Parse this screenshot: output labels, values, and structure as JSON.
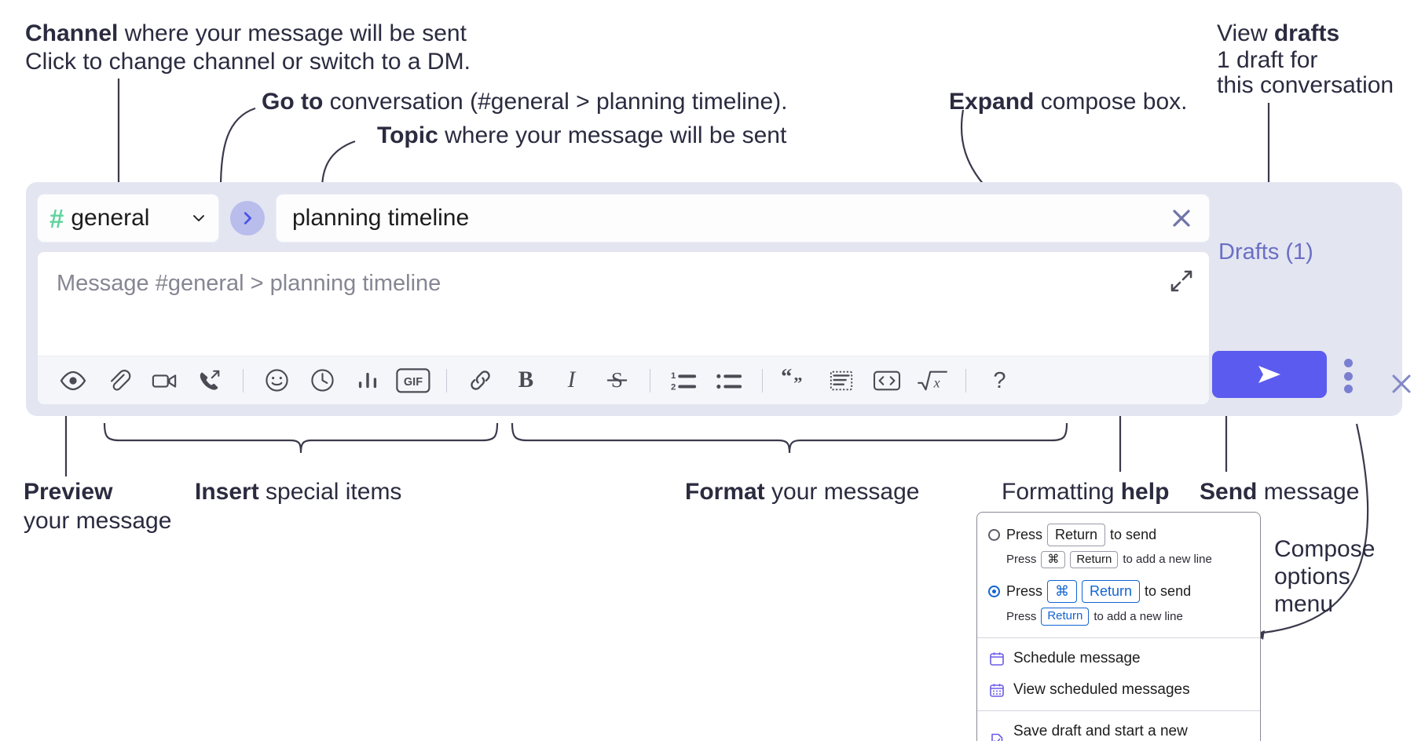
{
  "annotations": {
    "channel": {
      "strong": "Channel",
      "rest": " where your message will be sent",
      "italic": "Click to change channel or switch to a DM."
    },
    "goto": {
      "strong": "Go to",
      "rest": " conversation (#general > planning timeline)."
    },
    "topic": {
      "strong": "Topic",
      "rest": " where your message will be sent"
    },
    "expand": {
      "strong": "Expand",
      "rest": " compose box."
    },
    "drafts": {
      "lead": "View ",
      "strong": "drafts",
      "italic1": "1 draft for",
      "italic2": "this conversation"
    },
    "preview": {
      "strong": "Preview",
      "rest": "your message"
    },
    "insert": {
      "strong": "Insert",
      "rest": " special items"
    },
    "format": {
      "strong": "Format",
      "rest": " your message"
    },
    "help": {
      "lead": "Formatting ",
      "strong": "help"
    },
    "send": {
      "strong": "Send",
      "rest": " message"
    },
    "options": {
      "strong1": "Compose",
      "strong2": "options",
      "rest": "menu"
    }
  },
  "compose": {
    "channel_name": "general",
    "channel_hash": "#",
    "topic_value": "planning timeline",
    "message_placeholder": "Message #general > planning timeline",
    "drafts_label": "Drafts (1)",
    "icons": {
      "chevron": "chevron-down-icon",
      "goto": "goto-arrow-icon",
      "clear_topic": "close-icon",
      "expand": "expand-icon",
      "close": "close-icon",
      "send": "send-icon",
      "kebab": "compose-options-icon"
    },
    "toolbar": [
      {
        "name": "preview-icon",
        "label": "Preview"
      },
      {
        "name": "attachment-icon",
        "label": "Attach file"
      },
      {
        "name": "video-clip-icon",
        "label": "Record video clip"
      },
      {
        "name": "audio-clip-icon",
        "label": "Record audio clip"
      },
      {
        "name": "separator",
        "label": ""
      },
      {
        "name": "emoji-icon",
        "label": "Emoji"
      },
      {
        "name": "clock-icon",
        "label": "Reminder"
      },
      {
        "name": "poll-icon",
        "label": "Poll"
      },
      {
        "name": "gif-icon",
        "label": "GIF"
      },
      {
        "name": "separator",
        "label": ""
      },
      {
        "name": "link-icon",
        "label": "Link"
      },
      {
        "name": "bold-icon",
        "label": "B"
      },
      {
        "name": "italic-icon",
        "label": "I"
      },
      {
        "name": "strikethrough-icon",
        "label": "S"
      },
      {
        "name": "separator",
        "label": ""
      },
      {
        "name": "ordered-list-icon",
        "label": "Ordered list"
      },
      {
        "name": "bulleted-list-icon",
        "label": "Bulleted list"
      },
      {
        "name": "separator",
        "label": ""
      },
      {
        "name": "blockquote-icon",
        "label": "Blockquote"
      },
      {
        "name": "code-block-icon",
        "label": "Code block"
      },
      {
        "name": "inline-code-icon",
        "label": "Code"
      },
      {
        "name": "math-icon",
        "label": "Math"
      },
      {
        "name": "separator",
        "label": ""
      },
      {
        "name": "help-icon",
        "label": "?"
      }
    ]
  },
  "menu": {
    "option1": {
      "press": "Press",
      "key": "Return",
      "tail": "to send"
    },
    "option1_sub": {
      "press": "Press",
      "key1": "⌘",
      "key2": "Return",
      "tail": "to add a new line"
    },
    "option2": {
      "press": "Press",
      "key1": "⌘",
      "key2": "Return",
      "tail": "to send"
    },
    "option2_sub": {
      "press": "Press",
      "key": "Return",
      "tail": "to add a new line"
    },
    "items": [
      {
        "label": "Schedule message",
        "icon": "calendar-icon"
      },
      {
        "label": "View scheduled messages",
        "icon": "calendar-grid-icon"
      },
      {
        "label": "Save draft and start a new message",
        "icon": "save-draft-icon"
      }
    ]
  },
  "colors": {
    "accent": "#5b5bf0",
    "panel": "#e3e5f1",
    "hash_green": "#5ed39e",
    "link_purple": "#6a6fc4",
    "menu_blue": "#1264d3"
  }
}
